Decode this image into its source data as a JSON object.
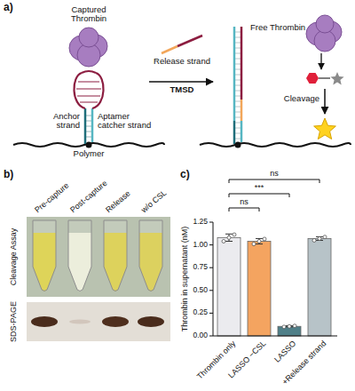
{
  "diagram": {
    "labels": [
      "a)",
      "Captured Thrombin",
      "Anchor strand",
      "Aptamer catcher strand",
      "Polymer",
      "Release strand",
      "TMSD",
      "Free Thrombin",
      "Cleavage",
      "b)",
      "Pre-capture",
      "Post-capture",
      "Release",
      "w/o CSL",
      "Cleavage Assay",
      "SDS-PAGE",
      "c)",
      "Thrombin in supernatant (nM)",
      "0.00",
      "0.25",
      "0.50",
      "0.75",
      "1.00",
      "1.25",
      "Thrombin only",
      "LASSO −CSL",
      "LASSO",
      "+Release strand",
      "ns",
      "***",
      "ns"
    ]
  }
}
